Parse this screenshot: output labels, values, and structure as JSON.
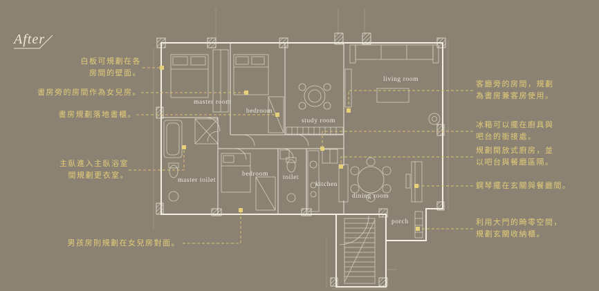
{
  "page": {
    "after_label": "After"
  },
  "colors": {
    "background": "#8b8273",
    "plan_line": "#ece7d8",
    "outer_wall": "#f3efe1",
    "annotation_text": "#e2cd78",
    "leader_line": "#dcc468",
    "marker": "#e6d07a",
    "room_label": "#edeadf",
    "after_label": "#f0ead0"
  },
  "annotations": {
    "left": [
      {
        "text": "白板可規劃在各\n房間的壁面。"
      },
      {
        "text": "書房旁的房間作為女兒房。"
      },
      {
        "text": "書房規劃落地書櫃。"
      },
      {
        "text": "主臥進入主臥浴室\n間規劃更衣室。"
      },
      {
        "text": "男孩房則規劃在女兒房對面。"
      }
    ],
    "right": [
      {
        "text": "客廳旁的房間，規劃\n為書房兼客房使用。"
      },
      {
        "text": "冰箱可以擺在廚具與\n吧台的銜接處。"
      },
      {
        "text": "規劃開放式廚房，並\n以吧台與餐廳區隔。"
      },
      {
        "text": "鋼琴擺在玄關與餐廳間。"
      },
      {
        "text": "利用大門的畸零空間，\n規劃玄關收納櫃。"
      }
    ]
  },
  "rooms": [
    {
      "label": "master room"
    },
    {
      "label": "bedroom"
    },
    {
      "label": "study room"
    },
    {
      "label": "living room"
    },
    {
      "label": "master toilet"
    },
    {
      "label": "bedroom"
    },
    {
      "label": "toilet"
    },
    {
      "label": "kitchen"
    },
    {
      "label": "dining room"
    },
    {
      "label": "porch"
    }
  ]
}
